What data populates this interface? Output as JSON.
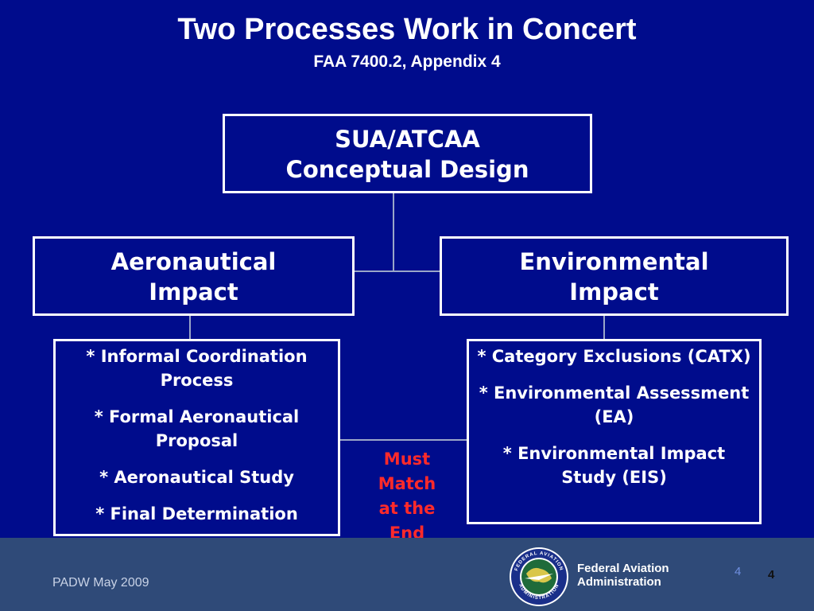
{
  "title": "Two Processes Work in Concert",
  "subtitle": "FAA 7400.2, Appendix 4",
  "top_box": {
    "line1": "SUA/ATCAA",
    "line2": "Conceptual Design"
  },
  "left_box": {
    "line1": "Aeronautical",
    "line2": "Impact"
  },
  "right_box": {
    "line1": "Environmental",
    "line2": "Impact"
  },
  "left_list": [
    "* Informal Coordination Process",
    "* Formal Aeronautical Proposal",
    "* Aeronautical Study",
    "* Final Determination"
  ],
  "right_list": [
    "* Category Exclusions (CATX)",
    "* Environmental Assessment (EA)",
    "* Environmental Impact Study (EIS)"
  ],
  "center_note": {
    "line1": "Must",
    "line2": "Match",
    "line3": "at the",
    "line4": "End"
  },
  "footer": {
    "left_text": "PADW May 2009",
    "org_line1": "Federal Aviation",
    "org_line2": "Administration",
    "logo_ring_top": "FEDERAL AVIATION",
    "logo_ring_bottom": "ADMINISTRATION",
    "page_small": "4",
    "page_big": "4"
  },
  "colors": {
    "background": "#000c8c",
    "footer": "#2f4a78",
    "accent_red": "#ff2a2a",
    "connector": "#9aa6c8"
  },
  "icons": [
    "faa-seal-icon"
  ]
}
